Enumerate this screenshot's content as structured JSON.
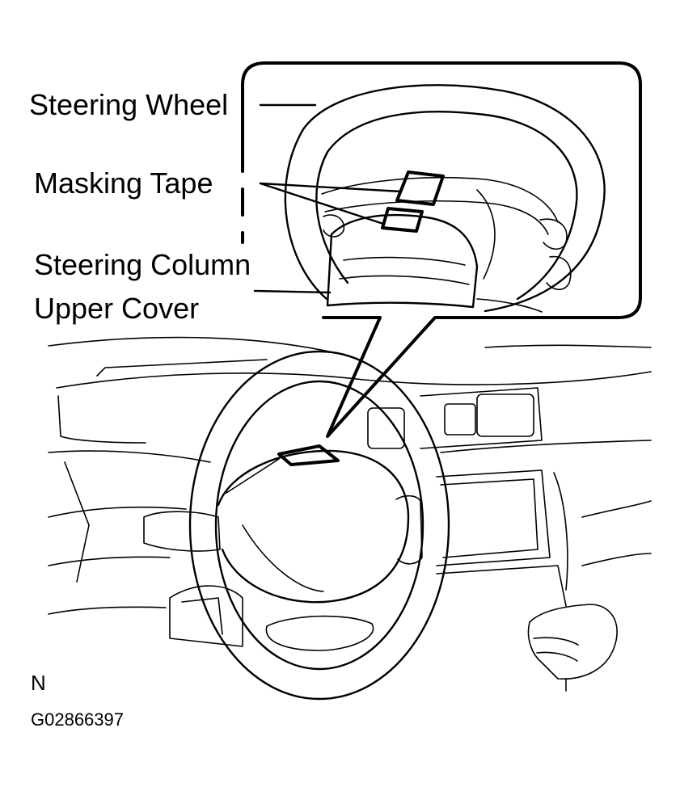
{
  "labels": {
    "steering_wheel": "Steering Wheel",
    "masking_tape": "Masking Tape",
    "column_cover_line1": "Steering Column",
    "column_cover_line2": "Upper Cover"
  },
  "corner_code": "N",
  "figure_id": "G02866397"
}
